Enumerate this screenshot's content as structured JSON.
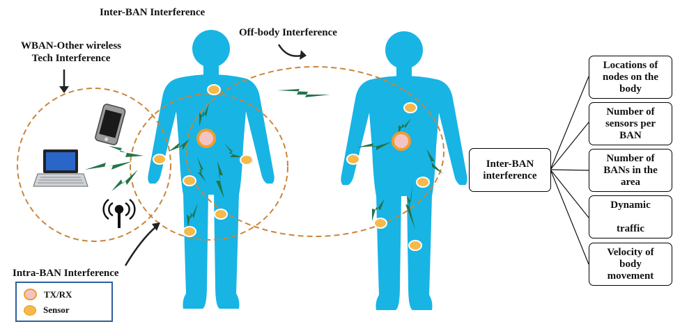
{
  "labels": {
    "inter_ban": "Inter-BAN Interference",
    "off_body": "Off-body Interference",
    "wban_other": "WBAN-Other wireless\nTech Interference",
    "intra_ban": "Intra-BAN Interference"
  },
  "tree": {
    "root": "Inter-BAN\ninterference",
    "factors": [
      "Locations of\nnodes on the\nbody",
      "Number of\nsensors per\nBAN",
      "Number of\nBANs in the\narea",
      "Dynamic\n\ntraffic",
      "Velocity of\nbody\nmovement"
    ]
  },
  "legend": {
    "txrx": "TX/RX",
    "sensor": "Sensor"
  },
  "colors": {
    "body": "#18b4e4",
    "sensor": "#f7b94a",
    "txrx_fill": "#f3c4c4",
    "txrx_ring": "#f39b2c",
    "signal": "#23744a",
    "dashed_circle": "#c9853a",
    "legend_border": "#2f5e9e"
  },
  "icons": [
    "laptop-icon",
    "smartphone-icon",
    "antenna-icon"
  ]
}
